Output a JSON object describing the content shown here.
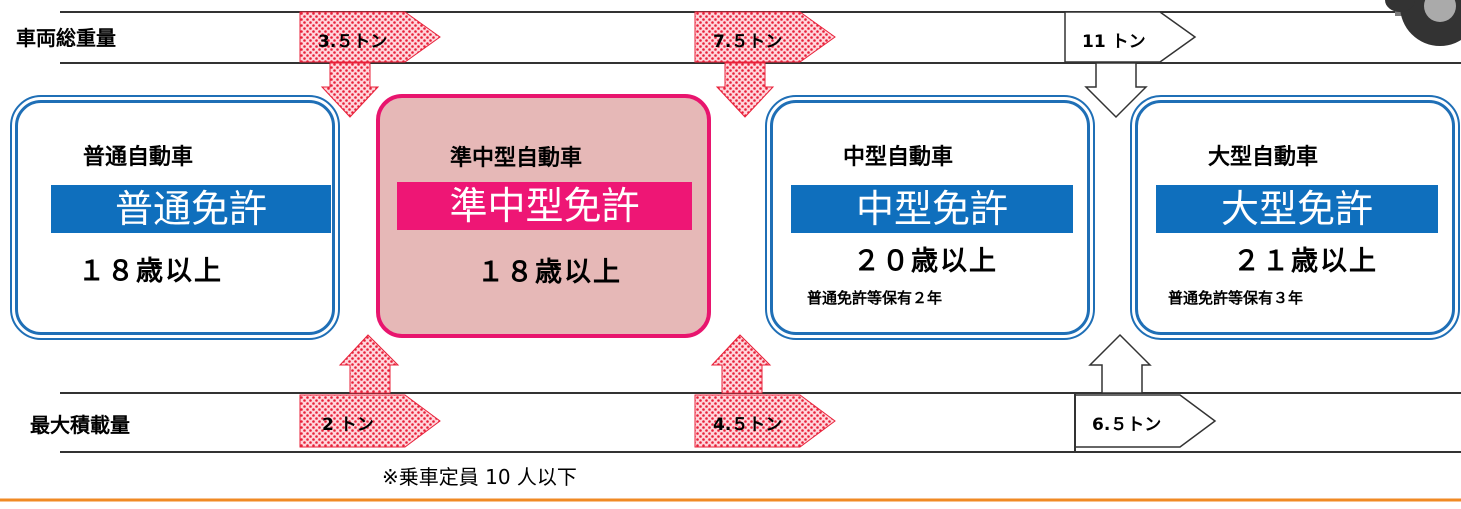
{
  "rows": {
    "gross_weight_label": "車両総重量",
    "max_load_label": "最大積載量"
  },
  "pointers": {
    "gross": [
      "3.５トン",
      "7.５トン",
      "11 トン"
    ],
    "load": [
      "2 トン",
      "4.５トン",
      "6.５トン"
    ]
  },
  "cards": [
    {
      "vehicle": "普通自動車",
      "license": "普通免許",
      "age": "１８歳以上",
      "requirement": ""
    },
    {
      "vehicle": "準中型自動車",
      "license": "準中型免許",
      "age": "１８歳以上",
      "requirement": ""
    },
    {
      "vehicle": "中型自動車",
      "license": "中型免許",
      "age": "２０歳以上",
      "requirement": "普通免許等保有２年"
    },
    {
      "vehicle": "大型自動車",
      "license": "大型免許",
      "age": "２１歳以上",
      "requirement": "普通免許等保有３年"
    }
  ],
  "note": "※乗車定員 10 人以下",
  "colors": {
    "card_border": "#1f6fb6",
    "license_fill": "#0f6fbd",
    "highlight_border": "#e8156e",
    "highlight_fill": "#e6b8b7",
    "highlight_license_fill": "#ee1675",
    "pointer_red": "#f05a6e",
    "footer_rule": "#f08a24"
  }
}
